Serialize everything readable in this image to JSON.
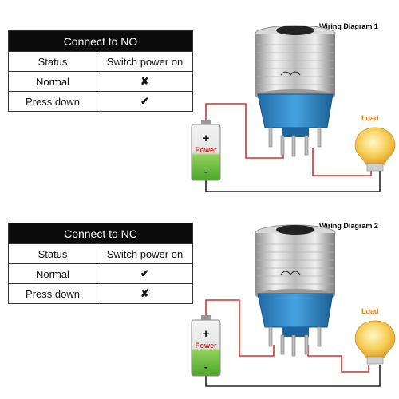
{
  "tables": [
    {
      "header": "Connect to NO",
      "columns": [
        "Status",
        "Switch power on"
      ],
      "rows": [
        {
          "status": "Normal",
          "switch_power_on": "✘"
        },
        {
          "status": "Press down",
          "switch_power_on": "✔"
        }
      ]
    },
    {
      "header": "Connect to NC",
      "columns": [
        "Status",
        "Switch power on"
      ],
      "rows": [
        {
          "status": "Normal",
          "switch_power_on": "✔"
        },
        {
          "status": "Press down",
          "switch_power_on": "✘"
        }
      ]
    }
  ],
  "diagrams": [
    {
      "title": "Wiring Diagram 1",
      "battery_label": "Power",
      "plus": "+",
      "minus": "-",
      "load_label": "Load"
    },
    {
      "title": "Wiring Diagram 2",
      "battery_label": "Power",
      "plus": "+",
      "minus": "-",
      "load_label": "Load"
    }
  ],
  "colors": {
    "wire_red": "#d8302f",
    "wire_black": "#222222",
    "battery_label": "#d81e1e",
    "battery_green": "#6cbf3a",
    "load_label": "#e07a10",
    "switch_blue": "#2f88c8"
  }
}
